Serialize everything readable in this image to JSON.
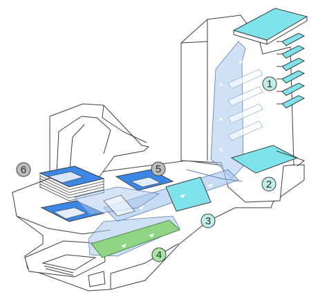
{
  "callouts": [
    {
      "number": "1",
      "fill": "#bfeeea"
    },
    {
      "number": "2",
      "fill": "#bfeeea"
    },
    {
      "number": "3",
      "fill": "#bfeeea"
    },
    {
      "number": "4",
      "fill": "#a8e6a3"
    },
    {
      "number": "5",
      "fill": "#bcbcbc"
    },
    {
      "number": "6",
      "fill": "#bcbcbc"
    }
  ],
  "colors": {
    "outline": "#3c3c3c",
    "tray_cyan": "#7fe3ec",
    "paper_blue": "#3c86e6",
    "transport_blue": "#a9c8ee",
    "insert_green": "#8fd585"
  }
}
